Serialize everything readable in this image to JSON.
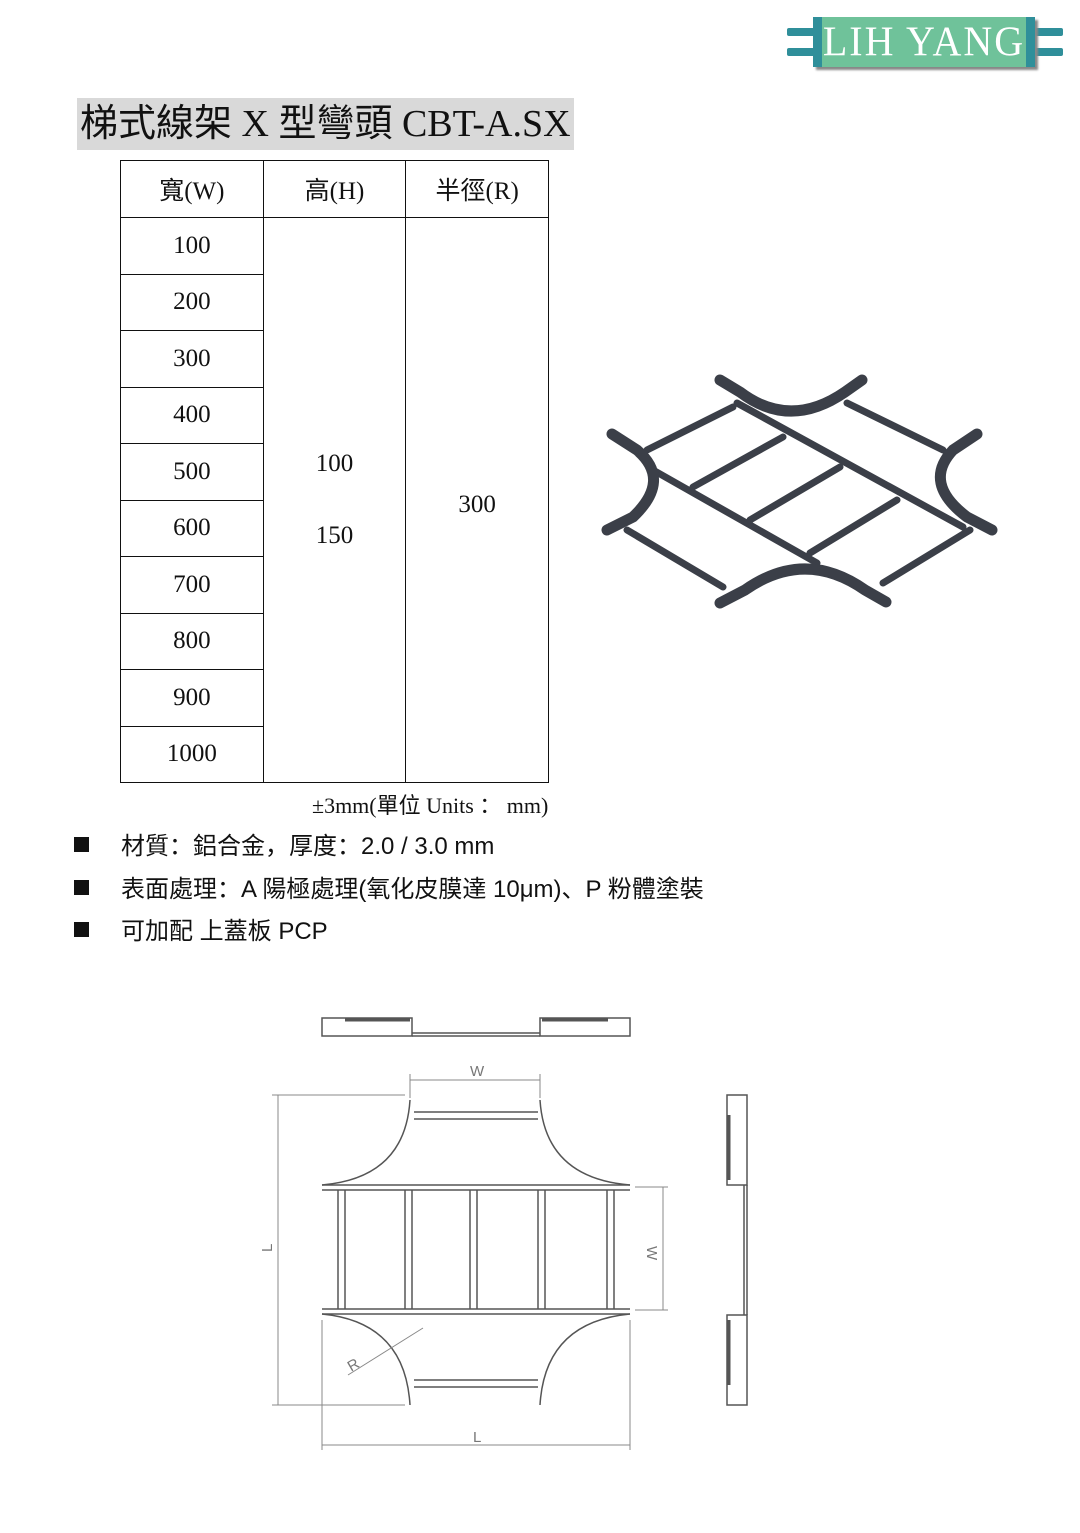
{
  "logo": {
    "text": "LIH YANG",
    "colors": {
      "bar": "#6fc29a",
      "edge": "#2f8f9a"
    }
  },
  "title": "梯式線架 X 型彎頭 CBT-A.SX",
  "spec_table": {
    "headers": [
      "寬(W)",
      "高(H)",
      "半徑(R)"
    ],
    "widths": [
      "100",
      "200",
      "300",
      "400",
      "500",
      "600",
      "700",
      "800",
      "900",
      "1000"
    ],
    "heights": [
      "100",
      "150"
    ],
    "radius": "300"
  },
  "tolerance_note": "±3mm(單位 Units ： mm)",
  "bullets": [
    "材質：鋁合金，厚度：2.0 / 3.0 mm",
    "表面處理：A 陽極處理(氧化皮膜達 10μm)、P 粉體塗裝",
    "可加配  上蓋板 PCP"
  ],
  "drawing_labels": {
    "width": "W",
    "length": "L",
    "radius": "R"
  }
}
